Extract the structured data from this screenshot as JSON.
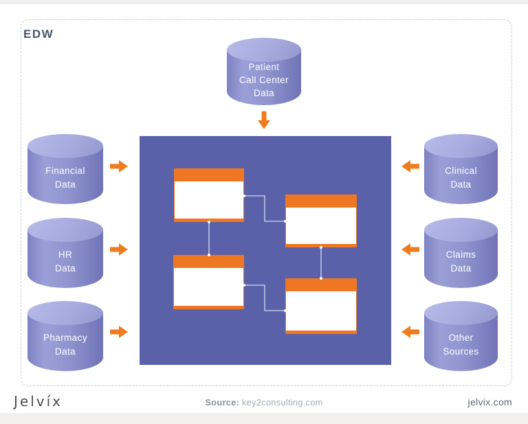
{
  "page": {
    "title_label": "EDW"
  },
  "colors": {
    "accent_orange": "#ee7723",
    "warehouse_purple": "#5a61a8",
    "cylinder_purple": "#8f94ce",
    "cylinder_top_purple": "#a7abde"
  },
  "sources": {
    "top": {
      "label": "Patient\nCall Center\nData",
      "arrow": "down"
    },
    "left": [
      {
        "label": "Financial\nData",
        "arrow": "right"
      },
      {
        "label": "HR\nData",
        "arrow": "right"
      },
      {
        "label": "Pharmacy\nData",
        "arrow": "right"
      }
    ],
    "right": [
      {
        "label": "Clinical\nData",
        "arrow": "left"
      },
      {
        "label": "Claims\nData",
        "arrow": "left"
      },
      {
        "label": "Other\nSources",
        "arrow": "left"
      }
    ]
  },
  "warehouse": {
    "tables": [
      {
        "id": "table-1"
      },
      {
        "id": "table-2"
      },
      {
        "id": "table-3"
      },
      {
        "id": "table-4"
      }
    ],
    "connections": [
      [
        "table-1",
        "table-2"
      ],
      [
        "table-1",
        "table-3"
      ],
      [
        "table-2",
        "table-4"
      ],
      [
        "table-3",
        "table-4"
      ]
    ]
  },
  "footer": {
    "logo": "Jelvíx",
    "source_label": "Source:",
    "source_value": " key2consulting.com",
    "site": "jelvix.com"
  }
}
